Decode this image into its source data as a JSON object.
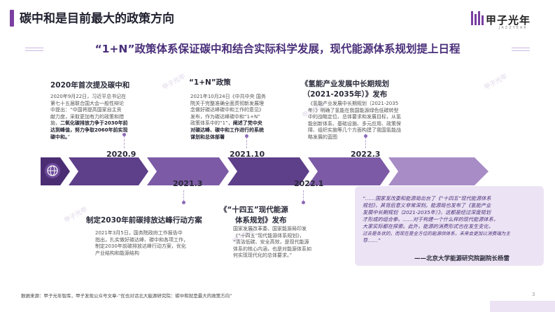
{
  "header": {
    "title": "碳中和是目前最大的政策方向",
    "brand_name": "甲子光年",
    "brand_sub": "JAZZYEAR"
  },
  "subtitle": "“1+N”政策体系保证碳中和结合实际科学发展，现代能源体系规划提上日程",
  "timeline": {
    "colors": {
      "dark": "#4b2d73",
      "mid": "#7c5aa6",
      "light": "#a78cc6",
      "accent": "#8d6ab8"
    },
    "events": [
      {
        "year": "2020.9",
        "heading": "2020年首次提及碳中和",
        "text_lines": [
          "2020年9月22日，习近平总书记在",
          "第七十五届联合国大会一般性辩论",
          "中提出：“中国将提高国家自主贡",
          "献力度，采取更加有力的政策和措",
          "施，",
          "二氧化碳排放力争于2030年前",
          "达到峰值，努力争取2060年前实现",
          "碳中和。",
          "”"
        ]
      },
      {
        "year": "2021.3",
        "heading": "制定2030年前碳排放达峰行动方案",
        "text_lines": [
          "2021年3月5日，国务院政府工作报告中",
          "指出，扎实做好碳达峰、碳中和各项工作，",
          "制定2030年前碳排放达峰行动方案，优化",
          "产业结构和能源结构"
        ]
      },
      {
        "year": "2021.10",
        "heading": "“1+N”政策",
        "text_lines": [
          "2021年10月24日《中共中央 国务",
          "院关于完整准确全面贯彻新发展理",
          "念做好碳达峰碳中和工作的意见》",
          "发布，作为碳达峰碳中和“1+N”",
          "政策体系中的“1”，",
          "阐述了党中央",
          "对碳达峰、碳中和工作进行的系统",
          "谋划和总体部署"
        ]
      },
      {
        "year": "2022.1",
        "heading_lines": [
          "《“十四五”现代能源",
          "体系规划》发布"
        ],
        "text_lines": [
          "国家发展改革委、国家能源局印发",
          "《“十四五”现代能源体系规划》，",
          "“清洁低碳、安全高效，是现代能源",
          "体系的核心内涵，也是对能源体系如",
          "何实现现代化的总体要求。”"
        ]
      },
      {
        "year": "2022.3",
        "heading_lines": [
          "《氢能产业发展中长期规划",
          "（2021-2035年）》发布"
        ],
        "text_lines": [
          "《氢能产业发展中长期规划（2021-2035",
          "年）》明确了氢能在我国能源绿色低碳转型",
          "中的战略定位、总体要求和发展目标，从氢",
          "能创新体系、基础设施、多元应用、政策保",
          "障、组织实施等几个方面构建了我国氢能战",
          "略发展的蓝图"
        ]
      }
    ]
  },
  "quote": {
    "lines": [
      "“……国家发改委和能源局出台了《“十四五”现代能源体系",
      "规划》，其背后意义非常深刻。能源局也发布了《氢能产业",
      "发展中长期规划（2021-2035年）》，这都是经过深度规划",
      "才形成的组合拳。……对于构建一个什么样的现代能源体系，",
      "大家实际都在探索。此外，能源的消费形式也在发生变化，",
      "过去是条状的，而现在是全方位的能源供体系，未来会更加以消费端为主",
      "导……”"
    ],
    "author": "——北京大学能源研究院副院长杨雷"
  },
  "footer": {
    "source": "数据来源：甲子光年智库，甲子发现公众号文章-“优也对话北大能源研究院：碳中和就是最大的政策方向”",
    "page": "3"
  }
}
